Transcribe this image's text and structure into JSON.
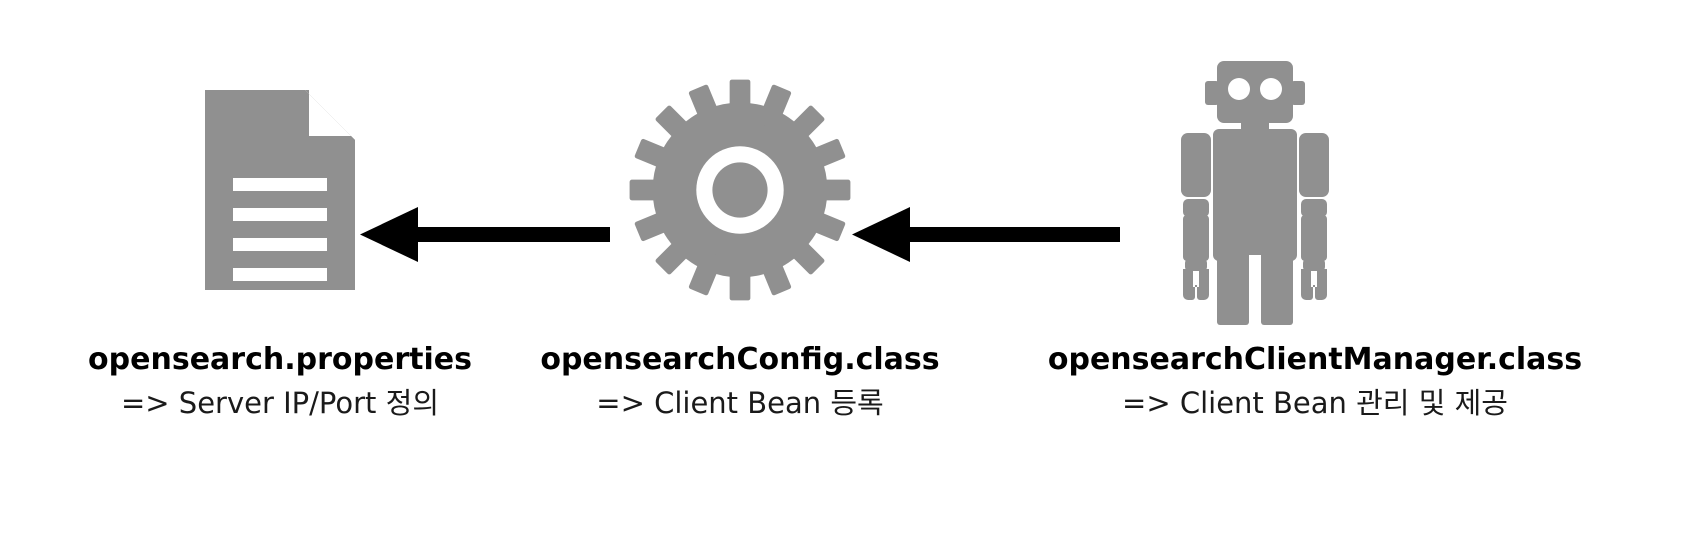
{
  "canvas": {
    "background": "#ffffff",
    "icon_color": "#909090",
    "arrow_color": "#000000",
    "text_color": "#000000"
  },
  "nodes": [
    {
      "id": "properties",
      "icon": "document-icon",
      "title": "opensearch.properties",
      "subtitle": "=> Server IP/Port 정의"
    },
    {
      "id": "config",
      "icon": "gear-icon",
      "title": "opensearchConfig.class",
      "subtitle": "=> Client Bean 등록"
    },
    {
      "id": "manager",
      "icon": "robot-icon",
      "title": "opensearchClientManager.class",
      "subtitle": "=> Client Bean 관리 및 제공"
    }
  ],
  "arrows": [
    {
      "id": "gear-to-properties",
      "from": "config",
      "to": "properties",
      "direction": "left"
    },
    {
      "id": "robot-to-gear",
      "from": "manager",
      "to": "config",
      "direction": "left"
    }
  ]
}
